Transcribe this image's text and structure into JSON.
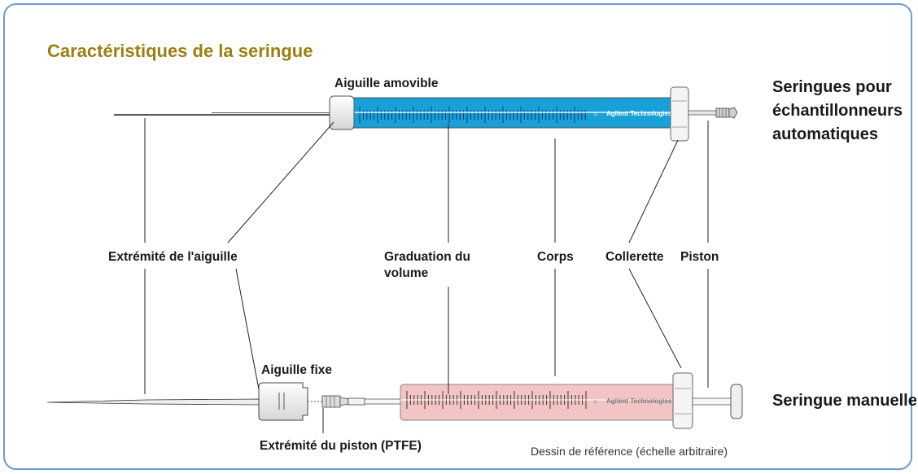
{
  "title": "Caractéristiques de la seringue",
  "side_labels": {
    "autosampler": [
      "Seringues pour",
      "échantillonneurs",
      "automatiques"
    ],
    "manual": "Seringue manuelle"
  },
  "labels": {
    "removable_needle": "Aiguille amovible",
    "needle_tip": "Extrémité de  l'aiguille",
    "volume_graduation": [
      "Graduation du",
      "volume"
    ],
    "barrel": "Corps",
    "flange": "Collerette",
    "plunger": "Piston",
    "fixed_needle": "Aiguille fixe",
    "plunger_tip": "Extrémité du piston (PTFE)"
  },
  "brand": "Agilent Technologies",
  "note": "Dessin de référence (échelle arbitraire)",
  "colors": {
    "title": "#9a7f14",
    "frame": "#6e9bd0",
    "autosampler_barrel": "#1aa0d8",
    "manual_barrel": "#f2c4c4"
  }
}
